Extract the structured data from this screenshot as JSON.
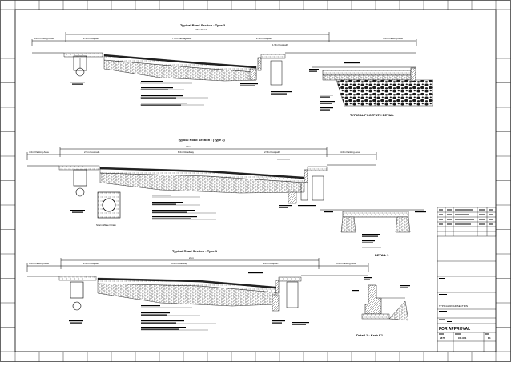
{
  "sections": {
    "type3": {
      "title": "Typical Road Section : Type 3",
      "dim_top": "27m Road",
      "left_parking": "4.0m Parking Area",
      "right_parking": "4.0m Parking Area",
      "left_footpath": "2.5m Footpath",
      "carriageway": "7.0m Carriageway",
      "right_footpath": "2.5m Footpath",
      "kerb_right": "1.5m Footpath"
    },
    "type2": {
      "title": "Typical Road Section : (Type 2)",
      "dim_top": "30m",
      "left_parking": "4.0m Parking Area",
      "right_parking": "4.0m Parking Area",
      "left_footpath": "2.5m Footpath",
      "carriageway": "8.0m Roadway",
      "right_footpath": "2.5m Footpath",
      "drain_label": "Storm Water Drain"
    },
    "type1": {
      "title": "Typical Road Section : Type 1",
      "dim_top": "24m",
      "left_parking": "3.0m Parking Area",
      "right_parking": "3.0m Parking Area",
      "left_footpath": "2.0m Footpath",
      "carriageway": "6.0m Roadway",
      "right_footpath": "2.0m Footpath"
    }
  },
  "details": {
    "footpath_title": "TYPICAL FOOTPATH DETAIL",
    "detail1_title": "DETAIL 1",
    "detail_kerb_title": "Detail 1 : Kerb K1"
  },
  "title_block": {
    "drawing_title": "TYPICAL ROAD SECTION",
    "status": "FOR APPROVAL",
    "job_no": "2676",
    "drawing_no": "CR-001",
    "revision": "P1"
  }
}
